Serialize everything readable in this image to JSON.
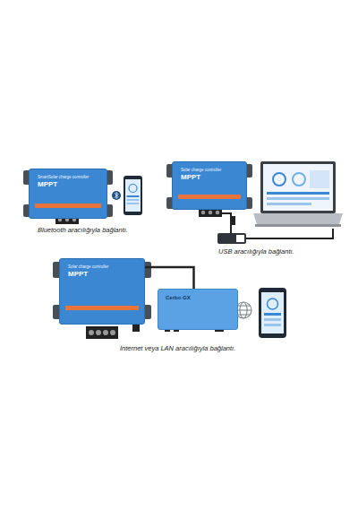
{
  "diagram": {
    "nodes": [
      {
        "text": [
          "SmartSolar charge controller",
          "MPPT"
        ]
      },
      {
        "text": [
          "Solar charge controller",
          "MPPT"
        ]
      },
      {
        "text": [
          "Solar charge controller",
          "MPPT"
        ]
      },
      {
        "text": [
          "Cerbo GX"
        ]
      }
    ],
    "edges": [
      {
        "from": 2,
        "to": 3,
        "arrow": "none"
      }
    ],
    "labels": [
      "Bluetooth aracılığıyla bağlantı.",
      "USB aracılığıyla bağlantı.",
      "İnternet veya LAN aracılığıyla bağlantı."
    ]
  }
}
